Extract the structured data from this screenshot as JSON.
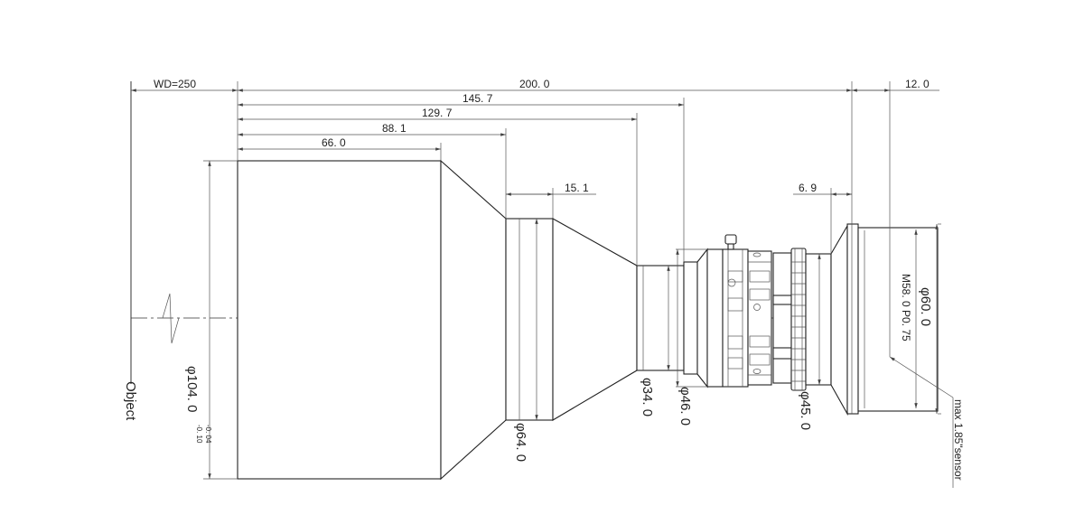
{
  "drawing": {
    "object_label": "Object",
    "working_distance": "WD=250",
    "dimensions": {
      "total_length": "200. 0",
      "back_focus": "12. 0",
      "len_145": "145. 7",
      "len_129": "129. 7",
      "len_88": "88. 1",
      "len_66": "66. 0",
      "len_15": "15. 1",
      "len_6_9": "6. 9"
    },
    "diameters": {
      "d104": "φ104. 0",
      "d104_tol_upper": "-0. 04",
      "d104_tol_lower": "-0. 10",
      "d64": "φ64. 0",
      "d34": "φ34. 0",
      "d46": "φ46. 0",
      "d45": "φ45. 0",
      "d60": "φ60. 0",
      "thread": "M58. 0 P0. 75"
    },
    "sensor_note": "max 1.85\"sensor"
  }
}
